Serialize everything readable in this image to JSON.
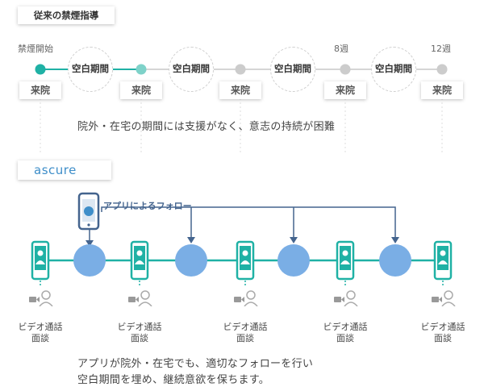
{
  "conventional": {
    "title": "従来の禁煙指導",
    "start_label": "禁煙開始",
    "week8_label": "8週",
    "week12_label": "12週",
    "visit_label": "来院",
    "blank_label": "空白期間",
    "caption": "院外・在宅の期間には支援がなく、意志の持続が困難"
  },
  "ascure": {
    "logo_text": "ascure",
    "follow_label": "アプリによるフォロー",
    "video_label_line1": "ビデオ通話",
    "video_label_line2": "面談",
    "caption_line1": "アプリが院外・在宅でも、適切なフォローを行い",
    "caption_line2": "空白期間を埋め、継続意欲を保ちます。"
  },
  "colors": {
    "teal": "#1fb1a5",
    "teal_light": "#7ed2c9",
    "gray_dot": "#cccccc",
    "blue_circle": "#7aaee5",
    "navy": "#44648e"
  }
}
